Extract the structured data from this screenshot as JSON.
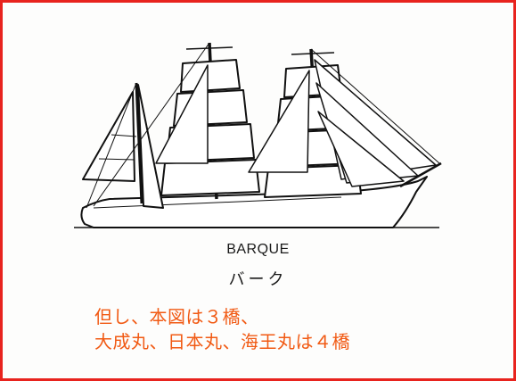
{
  "figure": {
    "illustration": "barque-sailing-ship-line-drawing",
    "caption_english": "BARQUE",
    "caption_japanese": "バーク"
  },
  "note": {
    "line1": "但し、本図は３橋、",
    "line2": "大成丸、日本丸、海王丸は４橋",
    "color": "#f15a14"
  },
  "frame": {
    "border_color": "#e8231e"
  }
}
